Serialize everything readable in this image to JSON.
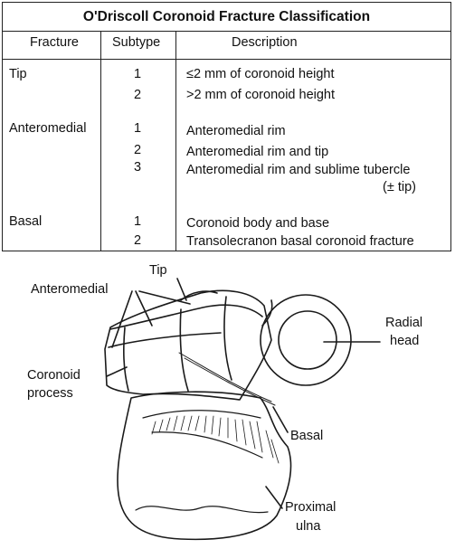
{
  "table": {
    "title": "O'Driscoll Coronoid Fracture Classification",
    "headers": {
      "fracture": "Fracture",
      "subtype": "Subtype",
      "description": "Description"
    },
    "rows": [
      {
        "fracture": "Tip",
        "subtype": "1",
        "description": "≤2 mm of coronoid height"
      },
      {
        "fracture": "",
        "subtype": "2",
        "description": ">2 mm of coronoid height"
      },
      {
        "fracture": "Anteromedial",
        "subtype": "1",
        "description": "Anteromedial rim"
      },
      {
        "fracture": "",
        "subtype": "2",
        "description": "Anteromedial rim and tip"
      },
      {
        "fracture": "",
        "subtype": "3",
        "description": "Anteromedial rim and sublime tubercle"
      },
      {
        "fracture": "",
        "subtype": "",
        "description": "(± tip)"
      },
      {
        "fracture": "Basal",
        "subtype": "1",
        "description": "Coronoid body and base"
      },
      {
        "fracture": "",
        "subtype": "2",
        "description": "Transolecranon basal coronoid fracture"
      }
    ]
  },
  "diagram": {
    "labels": {
      "tip": "Tip",
      "anteromedial": "Anteromedial",
      "coronoid_line1": "Coronoid",
      "coronoid_line2": "process",
      "radial_line1": "Radial",
      "radial_line2": "head",
      "basal": "Basal",
      "ulna_line1": "Proximal",
      "ulna_line2": "ulna"
    }
  }
}
